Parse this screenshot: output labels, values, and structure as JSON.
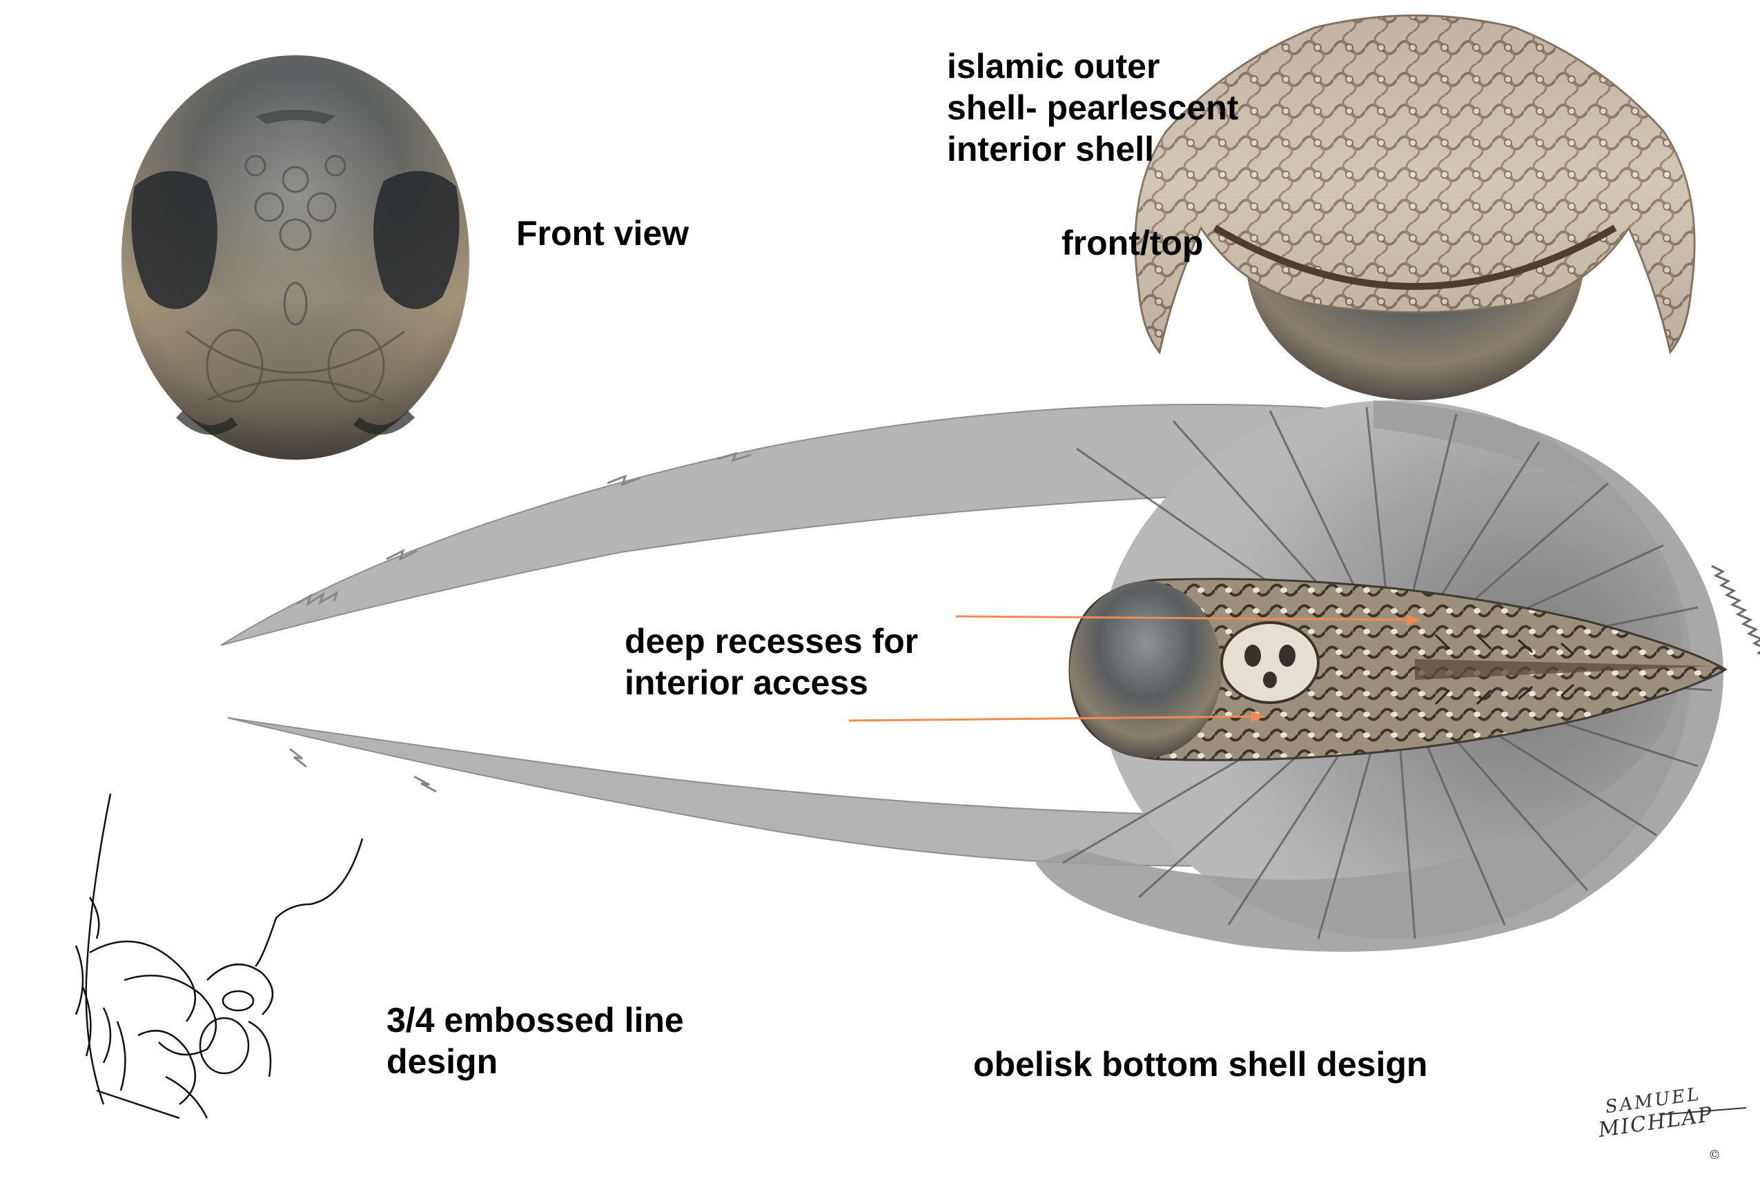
{
  "labels": {
    "front_view": "Front view",
    "islamic_line1": "islamic outer",
    "islamic_line2": "shell- pearlescent",
    "islamic_line3": "interior shell",
    "front_top": "front/top",
    "recesses_line1": "deep recesses for",
    "recesses_line2": "interior access",
    "embossed_line1": "3/4 embossed line",
    "embossed_line2": "design",
    "obelisk": "obelisk bottom shell design"
  },
  "signature": {
    "line1": "SAMUEL",
    "line2": "MICHLAP",
    "mark": "©"
  },
  "colors": {
    "pointer": "#f08a50",
    "fin": "#a8a8a8",
    "shell_dark": "#3c3c3a",
    "shell_light": "#c9b99a",
    "ornament": "#d2c6b2"
  }
}
